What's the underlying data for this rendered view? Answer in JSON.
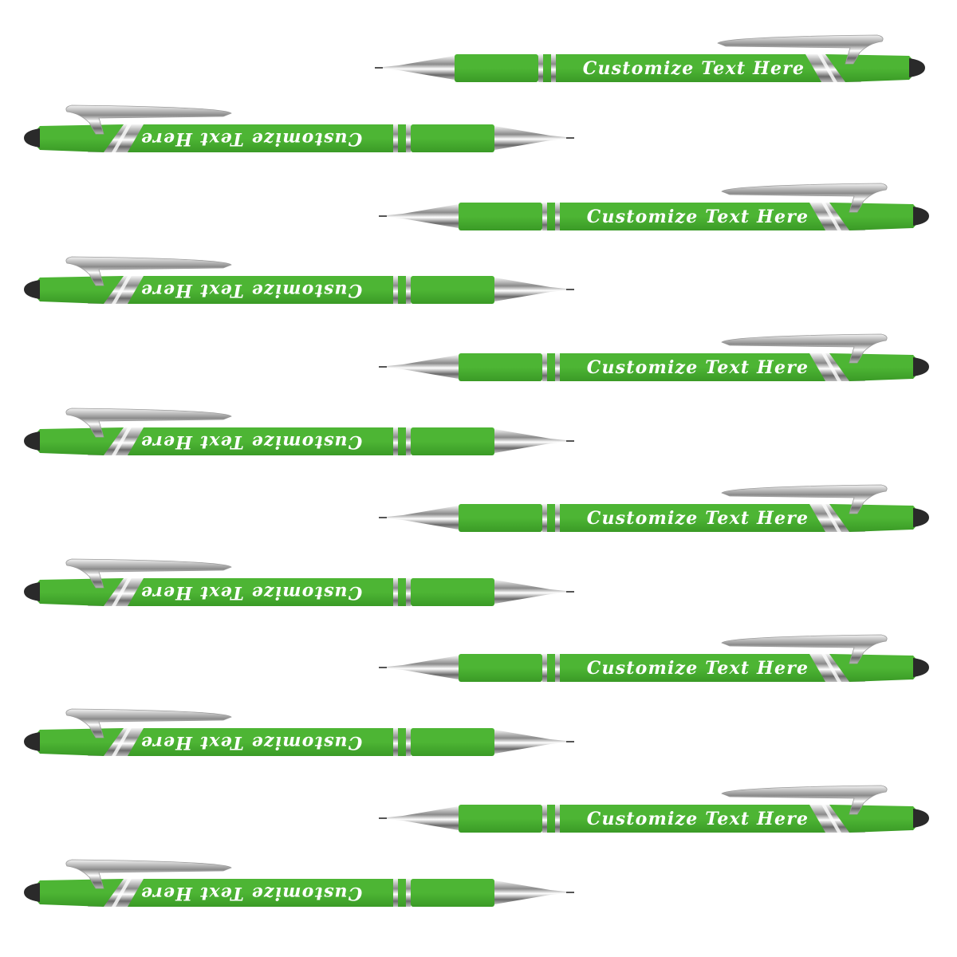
{
  "scene": {
    "background": "#ffffff",
    "pen_color": "#4db534",
    "pen_color_dark": "#3a9a26",
    "metal_color": "#c8c8c8",
    "tip_color": "#2a2a2a"
  },
  "pens": [
    {
      "engraving": "Customize Text Here",
      "orientation": "tip-left"
    },
    {
      "engraving": "Customize Text Here",
      "orientation": "tip-right"
    },
    {
      "engraving": "Customize Text Here",
      "orientation": "tip-left"
    },
    {
      "engraving": "Customize Text Here",
      "orientation": "tip-right"
    },
    {
      "engraving": "Customize Text Here",
      "orientation": "tip-left"
    },
    {
      "engraving": "Customize Text Here",
      "orientation": "tip-right"
    },
    {
      "engraving": "Customize Text Here",
      "orientation": "tip-left"
    },
    {
      "engraving": "Customize Text Here",
      "orientation": "tip-right"
    },
    {
      "engraving": "Customize Text Here",
      "orientation": "tip-left"
    },
    {
      "engraving": "Customize Text Here",
      "orientation": "tip-right"
    },
    {
      "engraving": "Customize Text Here",
      "orientation": "tip-left"
    },
    {
      "engraving": "Customize Text Here",
      "orientation": "tip-right"
    }
  ]
}
